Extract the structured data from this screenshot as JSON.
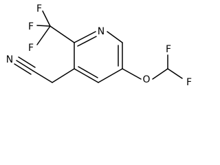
{
  "molecule": {
    "atoms": {
      "F1": "F",
      "F2": "F",
      "F3": "F",
      "N_ring": "N",
      "N_nitrile": "N",
      "O": "O",
      "F4": "F",
      "F5": "F"
    },
    "colors": {
      "bond": "#000000",
      "label": "#000000",
      "background": "#ffffff"
    }
  }
}
